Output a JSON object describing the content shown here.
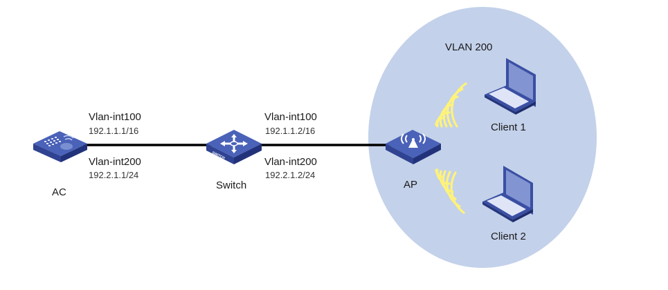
{
  "diagram": {
    "vlan_zone": {
      "label": "VLAN 200",
      "fill": "#c3d1ea"
    },
    "colors": {
      "device": "#3a4fa3",
      "device_dark": "#27367e",
      "device_top": "#4a62b8",
      "wifi": "#fff27a",
      "link": "#000000"
    },
    "nodes": {
      "ac": {
        "label": "AC"
      },
      "switch": {
        "label": "Switch",
        "badge": "SWITCH"
      },
      "ap": {
        "label": "AP"
      },
      "client1": {
        "label": "Client 1"
      },
      "client2": {
        "label": "Client 2"
      }
    },
    "interfaces": {
      "ac_top": {
        "name": "Vlan-int100",
        "ip": "192.1.1.1/16"
      },
      "ac_bottom": {
        "name": "Vlan-int200",
        "ip": "192.2.1.1/24"
      },
      "switch_top": {
        "name": "Vlan-int100",
        "ip": "192.1.1.2/16"
      },
      "switch_bottom": {
        "name": "Vlan-int200",
        "ip": "192.2.1.2/24"
      }
    }
  }
}
